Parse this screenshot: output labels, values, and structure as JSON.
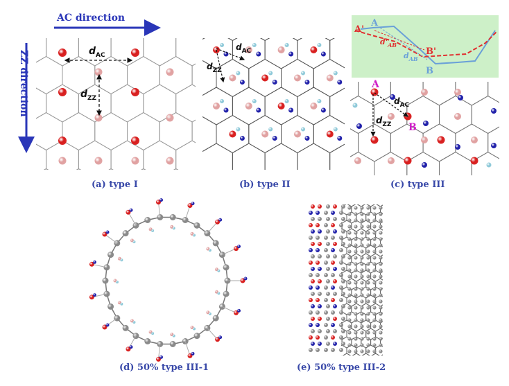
{
  "directions": {
    "ac": "AC direction",
    "zz": "ZZ direction"
  },
  "panels": {
    "a": {
      "caption": "(a) type I",
      "d_ac": "d",
      "d_ac_sub": "AC",
      "d_zz": "d",
      "d_zz_sub": "ZZ"
    },
    "b": {
      "caption": "(b) type II",
      "d_ac": "d",
      "d_ac_sub": "AC",
      "d_zz": "d",
      "d_zz_sub": "ZZ"
    },
    "c": {
      "caption": "(c) type III",
      "inset": {
        "a_prime": "A'",
        "a": "A",
        "b_prime": "B'",
        "b": "B",
        "d_prime": "d'",
        "d_prime_sub": "AB",
        "d_plain": "d",
        "d_plain_sub": "AB"
      },
      "label_a": "A",
      "label_b": "B",
      "d_ac": "d",
      "d_ac_sub": "AC",
      "d_zz": "d",
      "d_zz_sub": "ZZ"
    },
    "d": {
      "caption": "(d) 50% type III-1"
    },
    "e": {
      "caption": "(e) 50% type III-2"
    }
  },
  "colors": {
    "direction": "#2a36b8",
    "caption": "#3848a8",
    "atom_red": "#d81c1c",
    "atom_pink": "#e0a0a0",
    "atom_blue": "#1c1ca8",
    "atom_cyan": "#8cc8d8",
    "inset_bg": "#cdf0c8",
    "magenta": "#d020c8"
  }
}
